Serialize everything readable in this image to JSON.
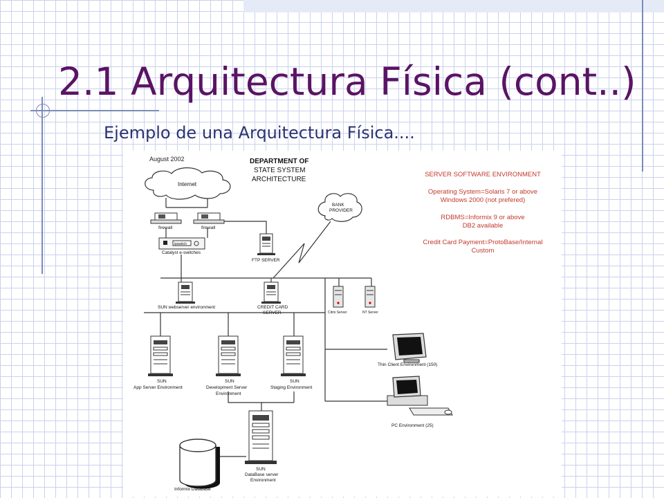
{
  "slide": {
    "title": "2.1 Arquitectura Física (cont..)",
    "subtitle": "Ejemplo de una Arquitectura Física...."
  },
  "diagram": {
    "date": "August 2002",
    "heading_lines": [
      "DEPARTMENT OF",
      "STATE SYSTEM",
      "ARCHITECTURE"
    ],
    "internet_label": "Internet",
    "bank_label_lines": [
      "BANK",
      "PROVIDER"
    ],
    "firewall_label": "firewall",
    "switch_label": "Catalyst e-switches",
    "switch_box_label": "ipswitch",
    "ftp_label": "FTP SERVER",
    "webserver_label": "SUN webserver environment",
    "credit_label_lines": [
      "CREDIT CARD",
      "SERVER"
    ],
    "citrix_label": "Citrix Server",
    "nt_label": "NT Server",
    "app_label_lines": [
      "SUN",
      "App Server Environment"
    ],
    "dev_label_lines": [
      "SUN",
      "Development Server",
      "Environment"
    ],
    "staging_label_lines": [
      "SUN",
      "Staging Environment"
    ],
    "thin_label": "Thin Client Environment (150)",
    "pc_label": "PC Environment (25)",
    "db_label_lines": [
      "SUN",
      "DataBase server",
      "Environment"
    ],
    "informix_label": "Informix Database",
    "software_env": {
      "heading": "SERVER SOFTWARE ENVIRONMENT",
      "os_lines": [
        "Operating System=Solaris 7 or above",
        "Windows 2000 (not prefered)"
      ],
      "rdbms_lines": [
        "RDBMS=Informix 9 or above",
        "DB2 available"
      ],
      "payment_lines": [
        "Credit Card Payment=ProtoBase/Internal",
        "Custom"
      ]
    }
  },
  "colors": {
    "title": "#5a1464",
    "subtitle": "#2a3272",
    "software_text": "#c0392b",
    "grid": "#c9d2ec",
    "rule": "#7a8bb8"
  }
}
